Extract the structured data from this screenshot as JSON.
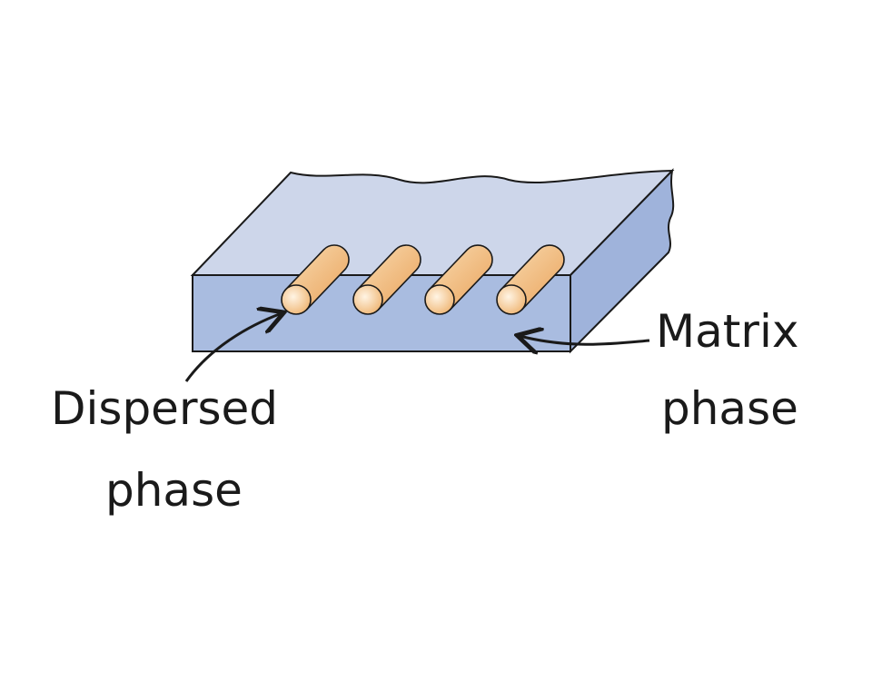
{
  "labels": {
    "dispersed_line1": "Dispersed",
    "dispersed_line2": "phase",
    "matrix_line1": "Matrix",
    "matrix_line2": "phase"
  },
  "colors": {
    "matrix_top": "#cdd6ea",
    "matrix_front": "#a9bce0",
    "matrix_side": "#9fb3db",
    "fiber": "#f2b977",
    "outline": "#1a1a1a"
  },
  "fiber_count": 4
}
